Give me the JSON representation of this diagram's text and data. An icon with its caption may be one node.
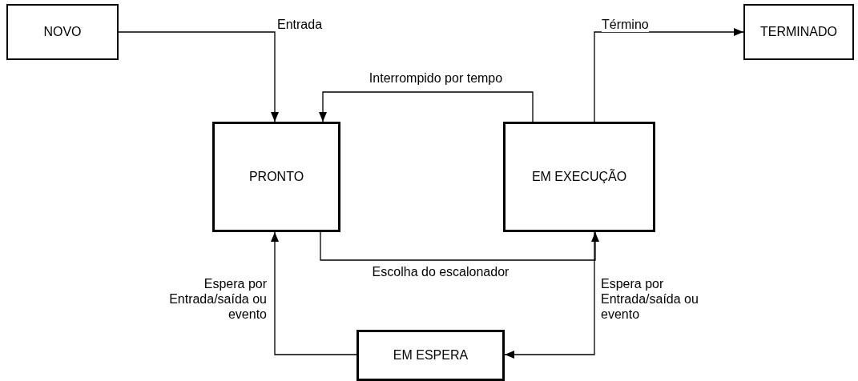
{
  "diagram": {
    "nodes": [
      {
        "text": [
          "NOVO"
        ]
      },
      {
        "text": [
          "TERMINADO"
        ]
      },
      {
        "text": [
          "PRONTO"
        ]
      },
      {
        "text": [
          "EM EXECUÇÃO"
        ]
      },
      {
        "text": [
          "EM ESPERA"
        ]
      }
    ],
    "edges": [
      {
        "from": 0,
        "to": 2,
        "arrow": "to",
        "label": "Entrada"
      },
      {
        "from": 3,
        "to": 1,
        "arrow": "to",
        "label": "Término"
      },
      {
        "from": 3,
        "to": 2,
        "arrow": "to",
        "label": "Interrompido por tempo"
      },
      {
        "from": 2,
        "to": 3,
        "arrow": "to",
        "label": "Escolha do escalonador"
      },
      {
        "from": 3,
        "to": 4,
        "arrow": "to",
        "label": "Espera por Entrada/saída ou evento"
      },
      {
        "from": 4,
        "to": 2,
        "arrow": "to",
        "label": "Espera por Entrada/saída ou evento"
      }
    ]
  }
}
